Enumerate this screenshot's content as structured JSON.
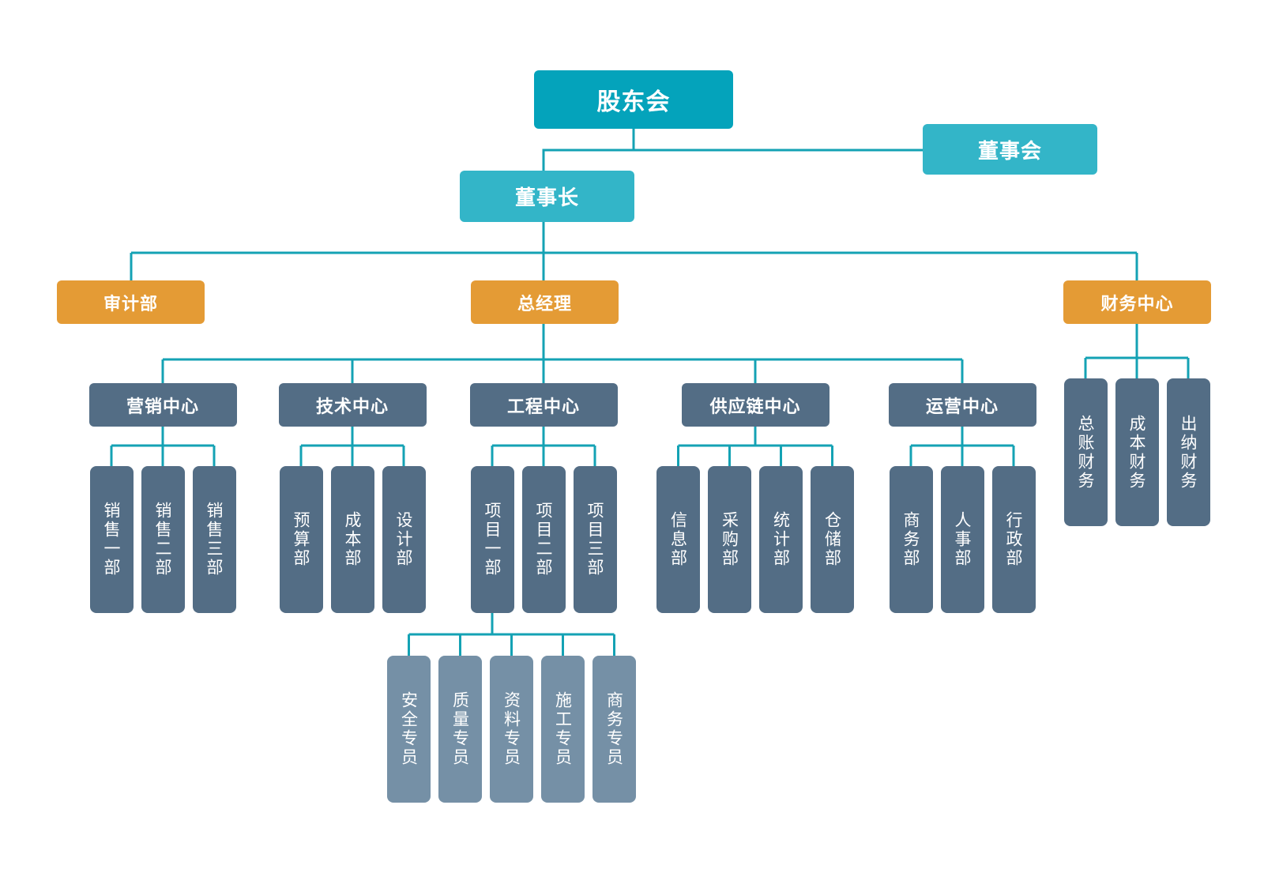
{
  "colors": {
    "connector": "#14a2b4",
    "teal_dark": "#04a3bb",
    "teal": "#33b5c8",
    "orange": "#e49b35",
    "slate": "#536d85",
    "slate_light": "#7590a6"
  },
  "org": {
    "shareholders": "股东会",
    "board": "董事会",
    "chairman": "董事长",
    "audit": "审计部",
    "general_manager": "总经理",
    "finance_center": "财务中心",
    "centers": [
      {
        "label": "营销中心",
        "departments": [
          "销售一部",
          "销售二部",
          "销售三部"
        ]
      },
      {
        "label": "技术中心",
        "departments": [
          "预算部",
          "成本部",
          "设计部"
        ]
      },
      {
        "label": "工程中心",
        "departments": [
          "项目一部",
          "项目二部",
          "项目三部"
        ]
      },
      {
        "label": "供应链中心",
        "departments": [
          "信息部",
          "采购部",
          "统计部",
          "仓储部"
        ]
      },
      {
        "label": "运营中心",
        "departments": [
          "商务部",
          "人事部",
          "行政部"
        ]
      }
    ],
    "finance_departments": [
      "总账财务",
      "成本财务",
      "出纳财务"
    ],
    "project_specialists": [
      "安全专员",
      "质量专员",
      "资料专员",
      "施工专员",
      "商务专员"
    ]
  }
}
